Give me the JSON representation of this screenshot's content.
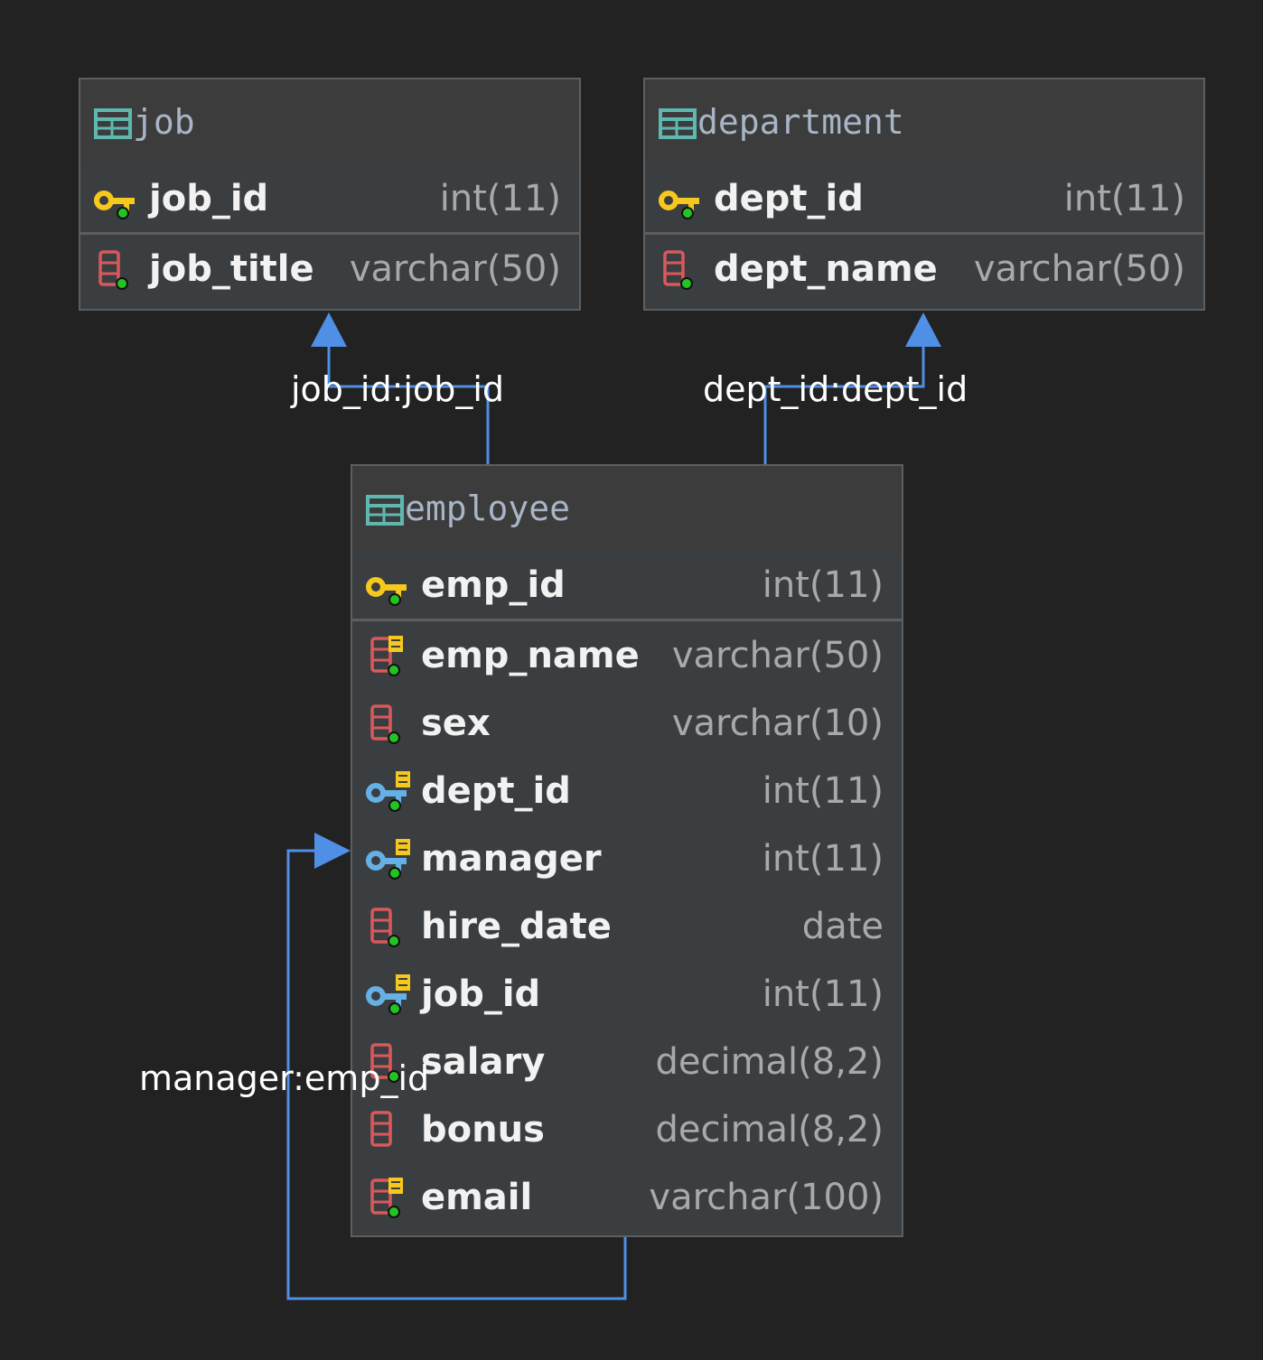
{
  "tables": {
    "job": {
      "name": "job",
      "pk": {
        "name": "job_id",
        "type": "int(11)"
      },
      "columns": [
        {
          "name": "job_title",
          "type": "varchar(50)"
        }
      ]
    },
    "department": {
      "name": "department",
      "pk": {
        "name": "dept_id",
        "type": "int(11)"
      },
      "columns": [
        {
          "name": "dept_name",
          "type": "varchar(50)"
        }
      ]
    },
    "employee": {
      "name": "employee",
      "pk": {
        "name": "emp_id",
        "type": "int(11)"
      },
      "columns": [
        {
          "name": "emp_name",
          "type": "varchar(50)"
        },
        {
          "name": "sex",
          "type": "varchar(10)"
        },
        {
          "name": "dept_id",
          "type": "int(11)"
        },
        {
          "name": "manager",
          "type": "int(11)"
        },
        {
          "name": "hire_date",
          "type": "date"
        },
        {
          "name": "job_id",
          "type": "int(11)"
        },
        {
          "name": "salary",
          "type": "decimal(8,2)"
        },
        {
          "name": "bonus",
          "type": "decimal(8,2)"
        },
        {
          "name": "email",
          "type": "varchar(100)"
        }
      ]
    }
  },
  "relations": {
    "job": "job_id:job_id",
    "dept": "dept_id:dept_id",
    "manager": "manager:emp_id"
  },
  "icons": {
    "table": "table-icon",
    "primary_key": "primary-key-icon",
    "column": "column-icon",
    "unique_column": "unique-column-icon",
    "foreign_key": "foreign-key-icon",
    "not_null": "not-null-dot"
  },
  "colors": {
    "background": "#222222",
    "table_body": "#3b3e41",
    "table_header": "#3c3c3c",
    "border": "#5c5e60",
    "relation_line": "#4f8fe6",
    "key_yellow": "#f6c81d",
    "fk_blue": "#65b1e6",
    "column_red": "#d9595b",
    "not_null_green": "#22c322"
  }
}
